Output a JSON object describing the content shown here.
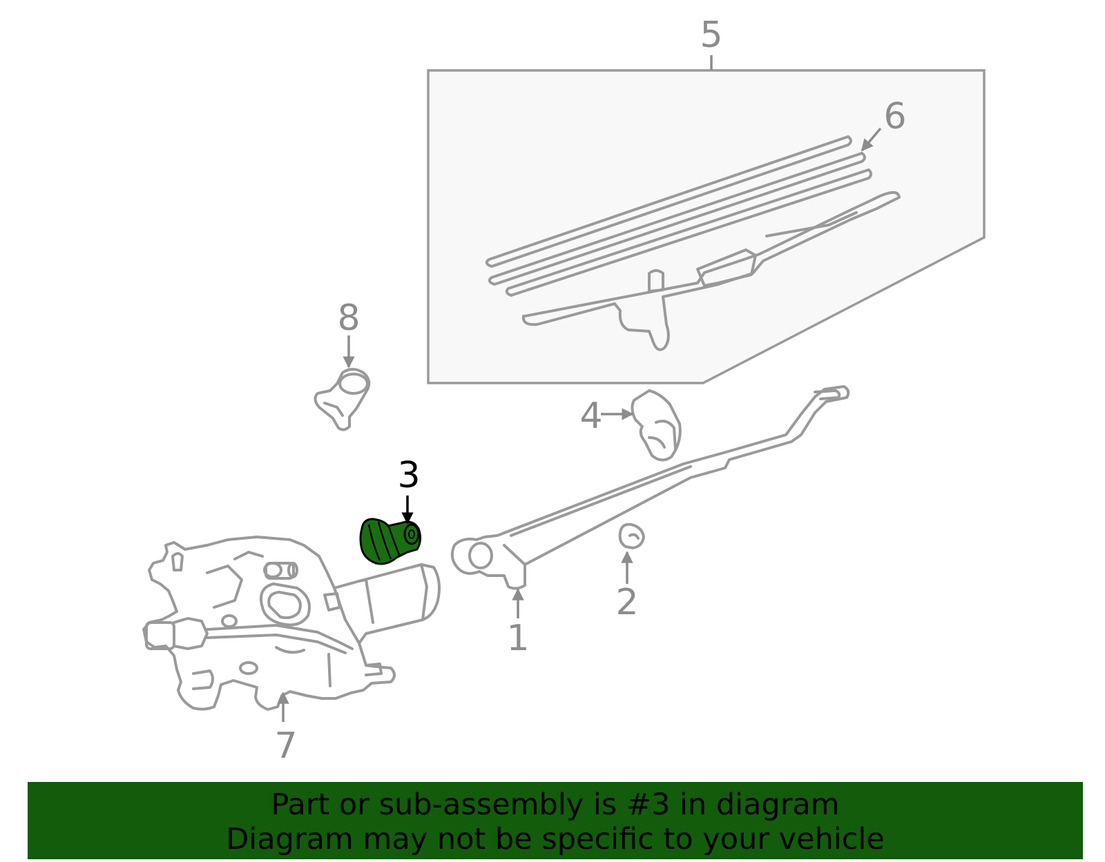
{
  "diagram": {
    "highlighted_part": "3",
    "colors": {
      "highlight_fill": "#1a6e12",
      "banner_bg": "#125c0c",
      "line": "#9a9a9a",
      "callout": "#8c8c8c"
    },
    "callouts": {
      "c1": "1",
      "c2": "2",
      "c3": "3",
      "c4": "4",
      "c5": "5",
      "c6": "6",
      "c7": "7",
      "c8": "8"
    }
  },
  "banner": {
    "line1": "Part or sub-assembly is #3 in diagram",
    "line2": "Diagram may not be specific to your vehicle"
  }
}
